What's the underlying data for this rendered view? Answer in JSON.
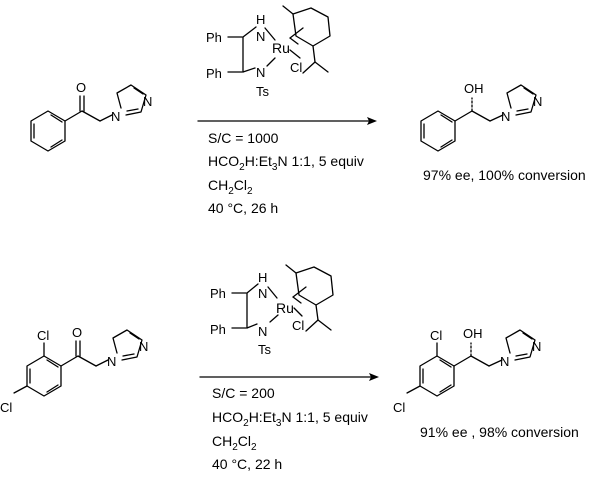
{
  "reactions": [
    {
      "catalyst": {
        "ph_top": "Ph",
        "ph_bottom": "Ph",
        "nh": "H",
        "n": "N",
        "n2": "N",
        "metal": "Ru",
        "cl": "Cl",
        "ts": "Ts"
      },
      "substrate": {
        "o": "O",
        "n1": "N",
        "n3": "N"
      },
      "product": {
        "oh": "OH",
        "n1": "N",
        "n3": "N"
      },
      "conditions": {
        "sc": "S/C = 1000",
        "donor_a": "HCO",
        "donor_sub1": "2",
        "donor_b": "H:Et",
        "donor_sub2": "3",
        "donor_c": "N 1:1, 5 equiv",
        "solvent_a": "CH",
        "solvent_sub1": "2",
        "solvent_b": "Cl",
        "solvent_sub2": "2",
        "temp": "40 °C, 26 h"
      },
      "result": "97% ee, 100% conversion"
    },
    {
      "catalyst": {
        "ph_top": "Ph",
        "ph_bottom": "Ph",
        "nh": "H",
        "n": "N",
        "n2": "N",
        "metal": "Ru",
        "cl": "Cl",
        "ts": "Ts"
      },
      "substrate": {
        "o": "O",
        "n1": "N",
        "n3": "N",
        "cl_ortho": "Cl",
        "cl_para": "Cl"
      },
      "product": {
        "oh": "OH",
        "n1": "N",
        "n3": "N",
        "cl_ortho": "Cl",
        "cl_para": "Cl"
      },
      "conditions": {
        "sc": "S/C = 200",
        "donor_a": "HCO",
        "donor_sub1": "2",
        "donor_b": "H:Et",
        "donor_sub2": "3",
        "donor_c": "N 1:1, 5 equiv",
        "solvent_a": "CH",
        "solvent_sub1": "2",
        "solvent_b": "Cl",
        "solvent_sub2": "2",
        "temp": "40 °C, 22 h"
      },
      "result": "91% ee , 98% conversion"
    }
  ]
}
